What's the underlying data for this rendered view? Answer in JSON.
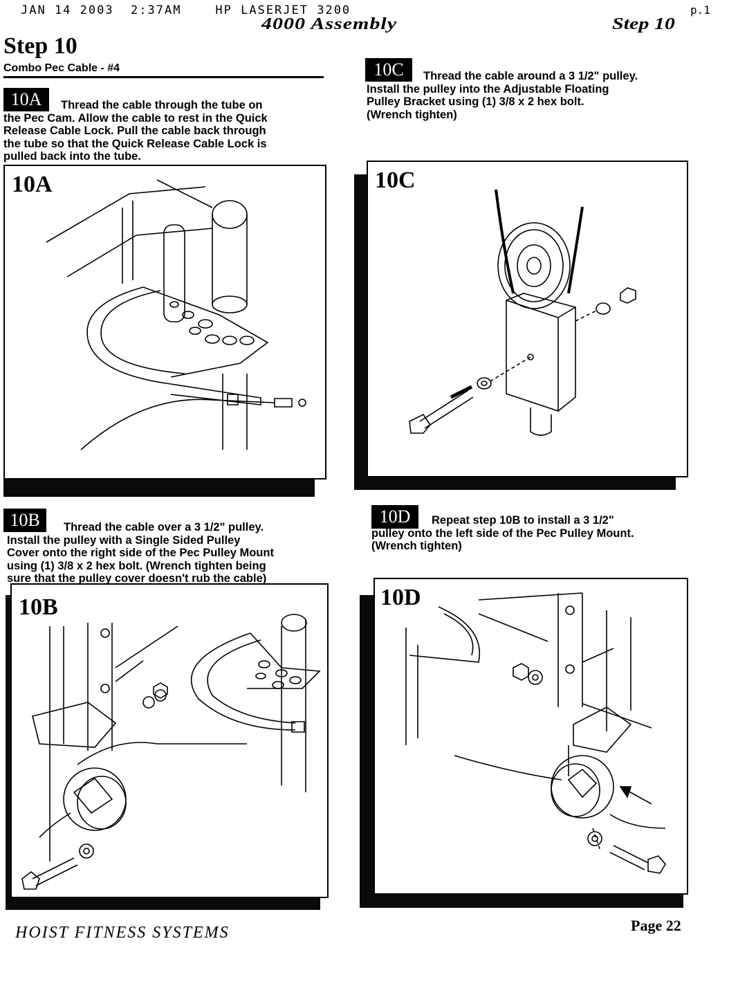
{
  "fax_header": {
    "line": "JAN 14 2003  2:37AM    HP LASERJET 3200",
    "page": "p.1"
  },
  "header": {
    "title": "4000 Assembly",
    "step": "Step 10"
  },
  "step_title": "Step 10",
  "subtitle": "Combo Pec Cable - #4",
  "steps": [
    {
      "badge": "10A",
      "lines": [
        "Thread the cable through the tube on",
        "the Pec Cam.  Allow the cable to rest in the Quick",
        "Release Cable Lock.  Pull the cable back through",
        "the tube so that the Quick Release Cable Lock is",
        "pulled back into the tube."
      ],
      "panel_label": "10A"
    },
    {
      "badge": "10C",
      "lines": [
        "Thread the cable around a 3 1/2\" pulley.",
        "Install the pulley into the Adjustable Floating",
        "Pulley Bracket using (1) 3/8 x 2 hex bolt.",
        "(Wrench tighten)"
      ],
      "panel_label": "10C"
    },
    {
      "badge": "10B",
      "lines": [
        "Thread the cable over a 3 1/2\" pulley.",
        "Install the pulley with a Single Sided Pulley",
        "Cover onto the right side of the Pec Pulley Mount",
        "using (1) 3/8 x 2 hex bolt.  (Wrench tighten being",
        "sure that the pulley cover doesn't rub the cable)"
      ],
      "panel_label": "10B"
    },
    {
      "badge": "10D",
      "lines": [
        "Repeat step 10B to install a 3 1/2\"",
        "pulley onto the left side of the Pec Pulley Mount.",
        "(Wrench tighten)"
      ],
      "panel_label": "10D"
    }
  ],
  "footer": {
    "company": "HOIST FITNESS SYSTEMS",
    "page": "Page  22"
  }
}
